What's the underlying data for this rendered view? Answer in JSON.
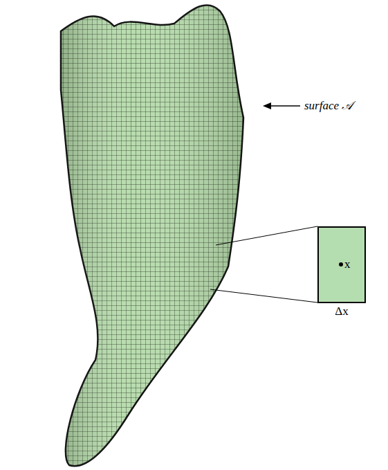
{
  "diagram": {
    "nodes": [
      {
        "text": [
          "x",
          "Δx"
        ]
      }
    ],
    "labels": [
      "surface 𝒜"
    ]
  }
}
